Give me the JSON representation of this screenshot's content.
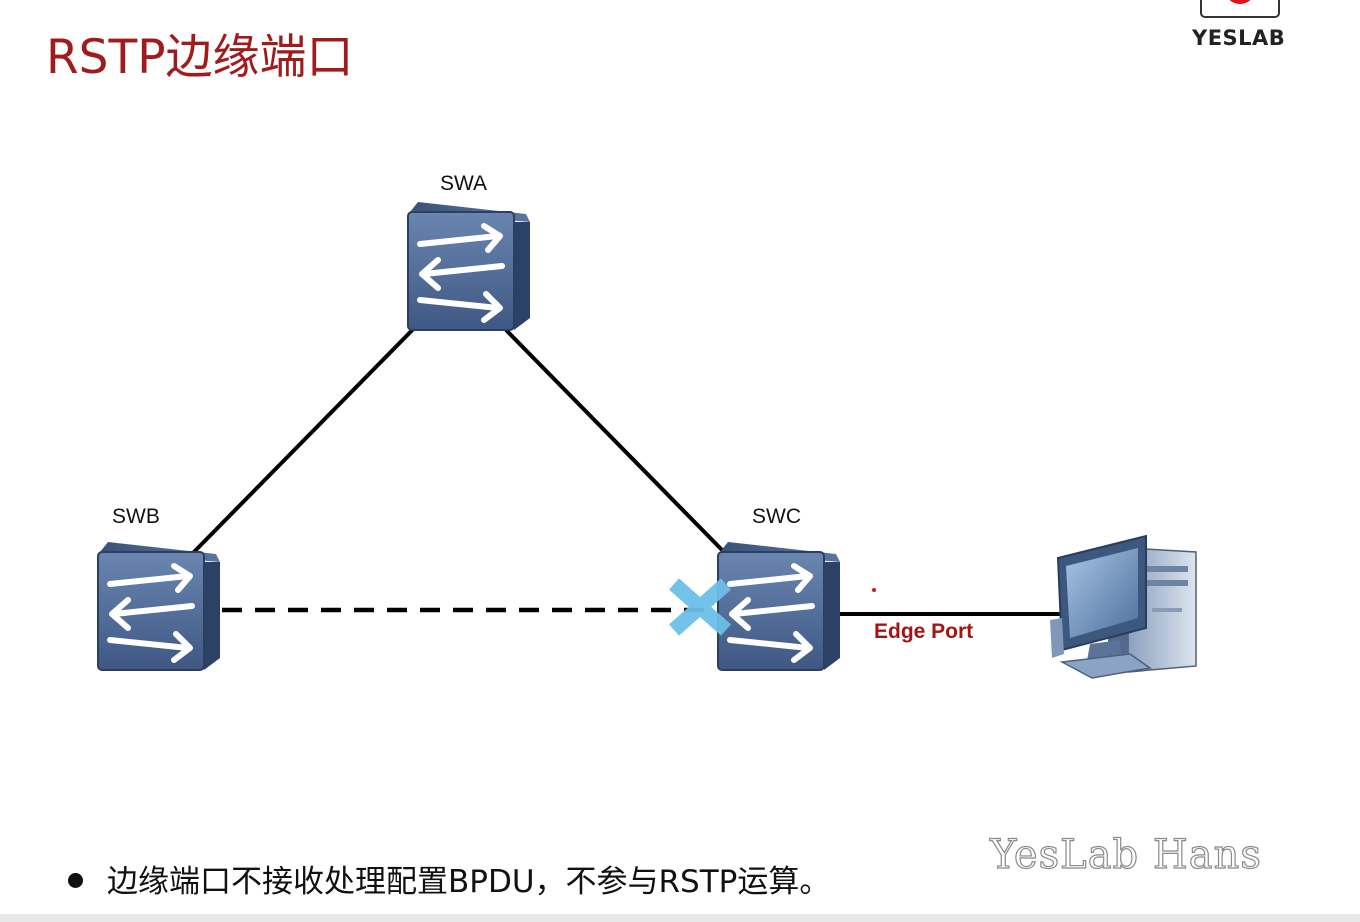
{
  "title": "RSTP边缘端口",
  "logo": {
    "text": "YESLAB"
  },
  "nodes": {
    "swa": {
      "label": "SWA",
      "icon": "switch-icon"
    },
    "swb": {
      "label": "SWB",
      "icon": "switch-icon"
    },
    "swc": {
      "label": "SWC",
      "icon": "switch-icon"
    },
    "pc": {
      "icon": "computer-icon"
    }
  },
  "links": [
    {
      "from": "SWA",
      "to": "SWB",
      "style": "solid"
    },
    {
      "from": "SWA",
      "to": "SWC",
      "style": "solid"
    },
    {
      "from": "SWB",
      "to": "SWC",
      "style": "dashed",
      "blocked_at": "SWC"
    },
    {
      "from": "SWC",
      "to": "PC",
      "style": "solid",
      "label": "Edge Port"
    }
  ],
  "edge_port_label": "Edge Port",
  "bullet_text": "边缘端口不接收处理配置BPDU，不参与RSTP运算。",
  "watermark": "YesLab Hans",
  "colors": {
    "title": "#a01c1c",
    "edge_label": "#a31515",
    "switch_face": "#4f6b95",
    "block_mark": "#6cbfe8"
  }
}
